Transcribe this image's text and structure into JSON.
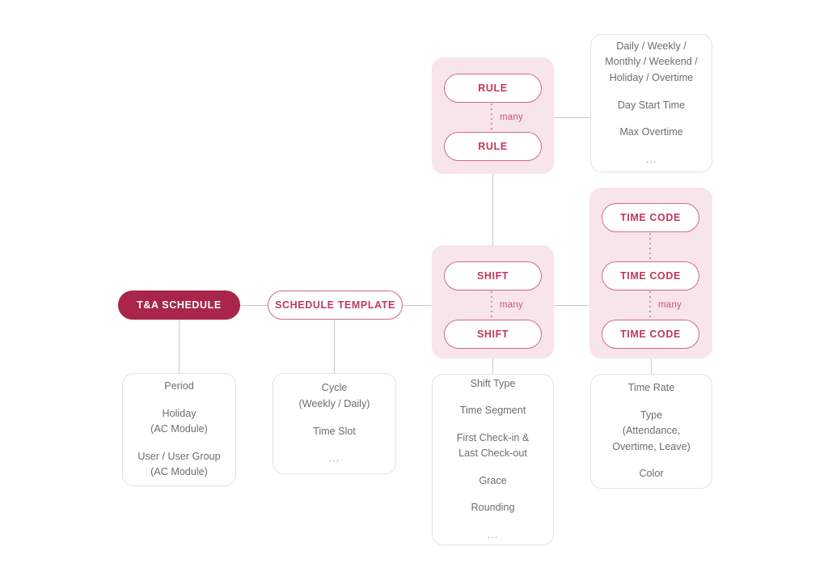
{
  "diagram": {
    "title": "T&A Schedule Entity Relationship",
    "colors": {
      "primary_solid": "#a9254a",
      "pill_outline_border": "#cf6b86",
      "pill_outline_text": "#c0395c",
      "group_background": "#f7e5ea",
      "connector": "#c9c9c9",
      "card_border": "#e2e2e2",
      "card_text": "#6d6d6d",
      "many_label": "#c9566f"
    },
    "relation_label": "many",
    "ellipsis": "..."
  },
  "nodes": {
    "ta_schedule": {
      "label": "T&A SCHEDULE"
    },
    "schedule_template": {
      "label": "SCHEDULE TEMPLATE"
    },
    "rule_1": {
      "label": "RULE"
    },
    "rule_2": {
      "label": "RULE"
    },
    "shift_1": {
      "label": "SHIFT"
    },
    "shift_2": {
      "label": "SHIFT"
    },
    "time_code_1": {
      "label": "TIME CODE"
    },
    "time_code_2": {
      "label": "TIME CODE"
    },
    "time_code_3": {
      "label": "TIME CODE"
    }
  },
  "relations": {
    "rule_many": "many",
    "shift_many": "many",
    "time_code_many": "many"
  },
  "cards": {
    "ta_schedule_details": {
      "groups": [
        {
          "lines": [
            "Period"
          ]
        },
        {
          "lines": [
            "Holiday",
            "(AC Module)"
          ]
        },
        {
          "lines": [
            "User / User Group",
            "(AC Module)"
          ]
        }
      ]
    },
    "schedule_template_details": {
      "groups": [
        {
          "lines": [
            "Cycle",
            "(Weekly / Daily)"
          ]
        },
        {
          "lines": [
            "Time Slot"
          ]
        },
        {
          "lines": [
            "..."
          ]
        }
      ]
    },
    "rule_details": {
      "groups": [
        {
          "lines": [
            "Daily / Weekly /",
            "Monthly / Weekend /",
            "Holiday / Overtime"
          ]
        },
        {
          "lines": [
            "Day Start Time"
          ]
        },
        {
          "lines": [
            "Max Overtime"
          ]
        },
        {
          "lines": [
            "..."
          ]
        }
      ]
    },
    "shift_details": {
      "groups": [
        {
          "lines": [
            "Shift Type"
          ]
        },
        {
          "lines": [
            "Time Segment"
          ]
        },
        {
          "lines": [
            "First Check-in &",
            "Last Check-out"
          ]
        },
        {
          "lines": [
            "Grace"
          ]
        },
        {
          "lines": [
            "Rounding"
          ]
        },
        {
          "lines": [
            "..."
          ]
        }
      ]
    },
    "time_code_details": {
      "groups": [
        {
          "lines": [
            "Time Rate"
          ]
        },
        {
          "lines": [
            "Type",
            "(Attendance,",
            "Overtime, Leave)"
          ]
        },
        {
          "lines": [
            "Color"
          ]
        }
      ]
    }
  }
}
